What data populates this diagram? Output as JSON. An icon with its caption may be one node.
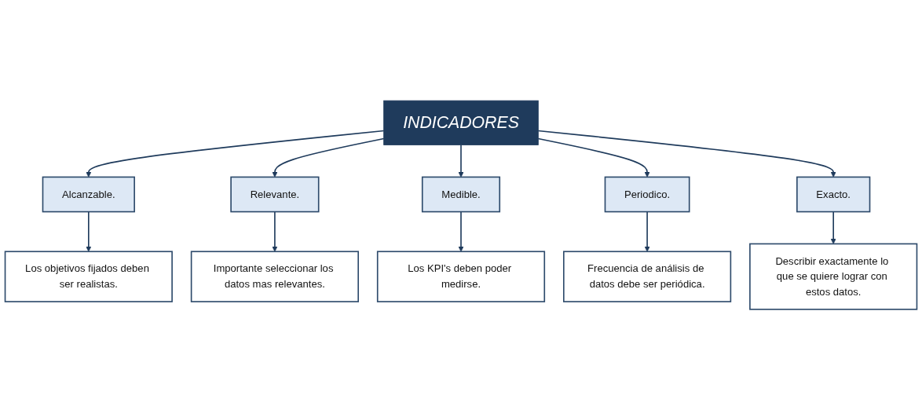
{
  "diagram": {
    "nodes": [
      {
        "text": [
          "INDICADORES"
        ]
      },
      {
        "text": [
          "Alcanzable."
        ]
      },
      {
        "text": [
          "Los objetivos fijados deben ser realistas."
        ]
      },
      {
        "text": [
          "Relevante."
        ]
      },
      {
        "text": [
          "Importante seleccionar los datos mas relevantes."
        ]
      },
      {
        "text": [
          "Medible."
        ]
      },
      {
        "text": [
          "Los KPI's deben poder medirse."
        ]
      },
      {
        "text": [
          "Periodico."
        ]
      },
      {
        "text": [
          "Frecuencia de análisis de datos debe ser periódica."
        ]
      },
      {
        "text": [
          "Exacto."
        ]
      },
      {
        "text": [
          "Describir exactamente lo que se quiere lograr con estos datos."
        ]
      }
    ],
    "edges": [
      {
        "from": 0,
        "to": 1,
        "arrow": "to"
      },
      {
        "from": 0,
        "to": 3,
        "arrow": "to"
      },
      {
        "from": 0,
        "to": 5,
        "arrow": "to"
      },
      {
        "from": 0,
        "to": 7,
        "arrow": "to"
      },
      {
        "from": 0,
        "to": 9,
        "arrow": "to"
      },
      {
        "from": 1,
        "to": 2,
        "arrow": "to"
      },
      {
        "from": 3,
        "to": 4,
        "arrow": "to"
      },
      {
        "from": 5,
        "to": 6,
        "arrow": "to"
      },
      {
        "from": 7,
        "to": 8,
        "arrow": "to"
      },
      {
        "from": 9,
        "to": 10,
        "arrow": "to"
      }
    ]
  }
}
